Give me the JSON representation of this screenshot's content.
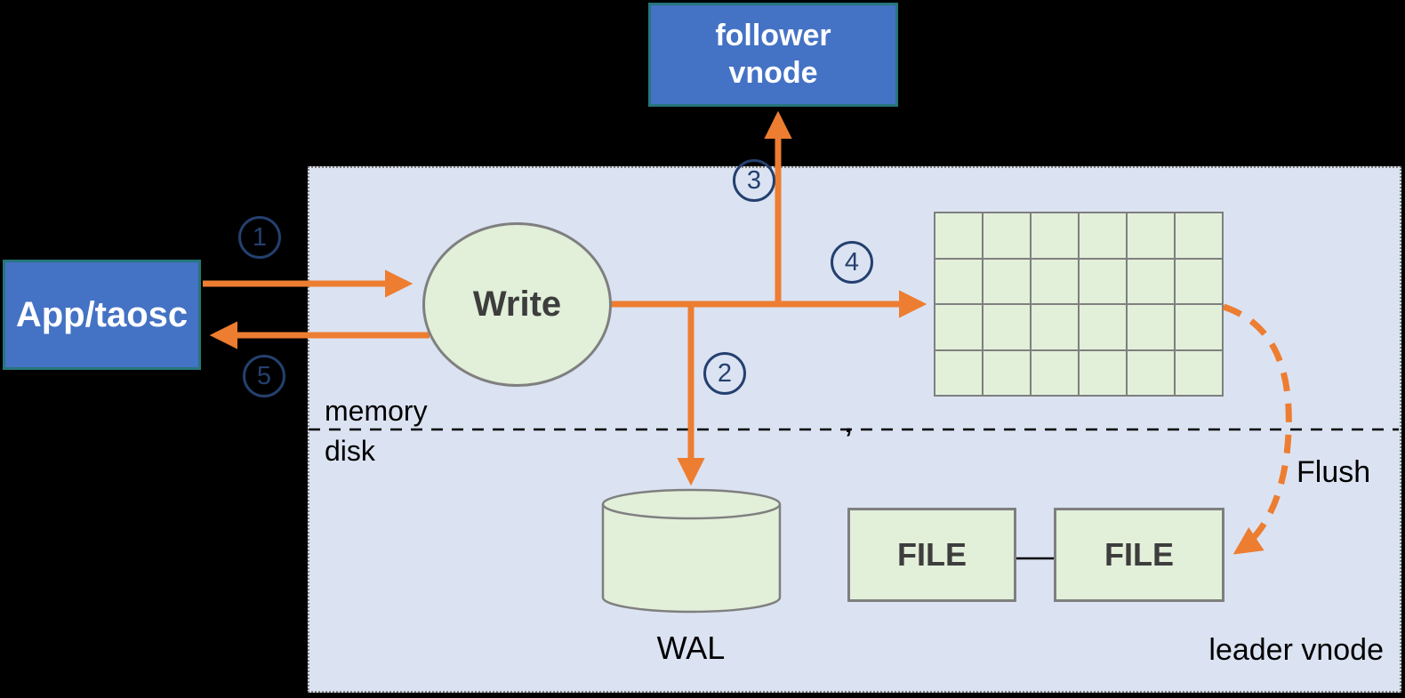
{
  "diagram_kind": "leader-vnode-write-flow",
  "nodes": {
    "follower_vnode": {
      "label": "follower\nvnode"
    },
    "app": {
      "label": "App/taosc"
    },
    "write": {
      "label": "Write"
    },
    "wal": {
      "label": "WAL"
    },
    "file_left": {
      "label": "FILE"
    },
    "file_right": {
      "label": "FILE"
    }
  },
  "labels": {
    "memory": "memory",
    "disk": "disk",
    "flush": "Flush",
    "leader_vnode": "leader vnode",
    "divider_mark": ","
  },
  "steps": [
    "1",
    "2",
    "3",
    "4",
    "5"
  ],
  "memtable_grid": {
    "rows": 4,
    "cols": 6
  },
  "colors": {
    "background": "#000000",
    "region_fill": "#DBE3F2",
    "region_border": "#808080",
    "blue_node_fill": "#4472C4",
    "blue_node_border": "#26767B",
    "green_fill": "#E2EFD9",
    "green_border": "#7F7F7F",
    "arrow_orange": "#ED7D31",
    "step_navy": "#24406F",
    "dark_text": "#3D3D3D",
    "white_text": "#FFFFFF",
    "black_text": "#000000"
  }
}
